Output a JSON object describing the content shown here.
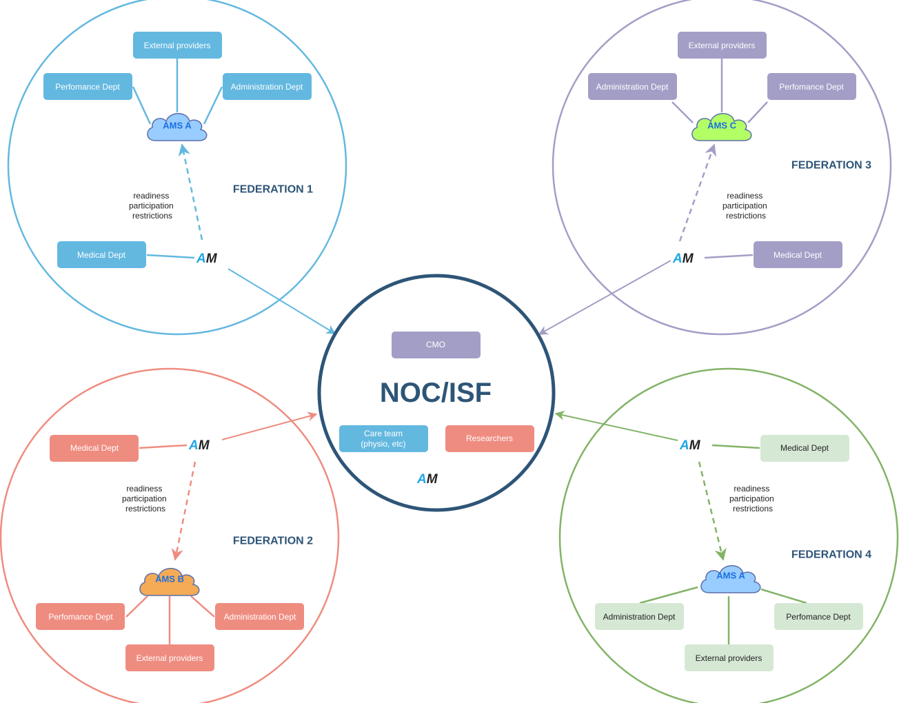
{
  "hub": {
    "title": "NOC/ISF",
    "border_color": "#2e5577",
    "boxes": {
      "cmo": {
        "label": "CMO",
        "color": "#a29ec6"
      },
      "care_team": {
        "label_line1": "Care team",
        "label_line2": "(physio, etc)",
        "color": "#63b8e0"
      },
      "researchers": {
        "label": "Researchers",
        "color": "#ef8c80"
      }
    },
    "logo": {
      "a": "A",
      "m": "M"
    }
  },
  "note": {
    "line1": "readiness",
    "line2": "participation",
    "line3": "restrictions"
  },
  "federations": [
    {
      "label": "FEDERATION 1",
      "color": "#63b8e0",
      "box_color": "#63b8e0",
      "box_text_color": "#ffffff",
      "cloud": {
        "label": "AMS A",
        "fill": "#99ccff"
      },
      "boxes": {
        "external": "External providers",
        "performance": "Perfomance Dept",
        "administration": "Administration Dept",
        "medical": "Medical Dept"
      }
    },
    {
      "label": "FEDERATION 2",
      "color": "#ef8c80",
      "box_color": "#ef8c80",
      "box_text_color": "#ffffff",
      "cloud": {
        "label": "AMS B",
        "fill": "#f5ab55"
      },
      "boxes": {
        "external": "External providers",
        "performance": "Perfomance Dept",
        "administration": "Administration Dept",
        "medical": "Medical Dept"
      }
    },
    {
      "label": "FEDERATION 3",
      "color": "#a29ec6",
      "box_color": "#a29ec6",
      "box_text_color": "#ffffff",
      "cloud": {
        "label": "AMS C",
        "fill": "#b3ff66"
      },
      "boxes": {
        "external": "External providers",
        "performance": "Perfomance Dept",
        "administration": "Administration Dept",
        "medical": "Medical Dept"
      }
    },
    {
      "label": "FEDERATION 4",
      "color": "#82b366",
      "box_color": "#d5e8d4",
      "box_text_color": "#222222",
      "cloud": {
        "label": "AMS A",
        "fill": "#99ccff"
      },
      "boxes": {
        "external": "External providers",
        "performance": "Perfomance Dept",
        "administration": "Administration Dept",
        "medical": "Medical Dept"
      }
    }
  ]
}
